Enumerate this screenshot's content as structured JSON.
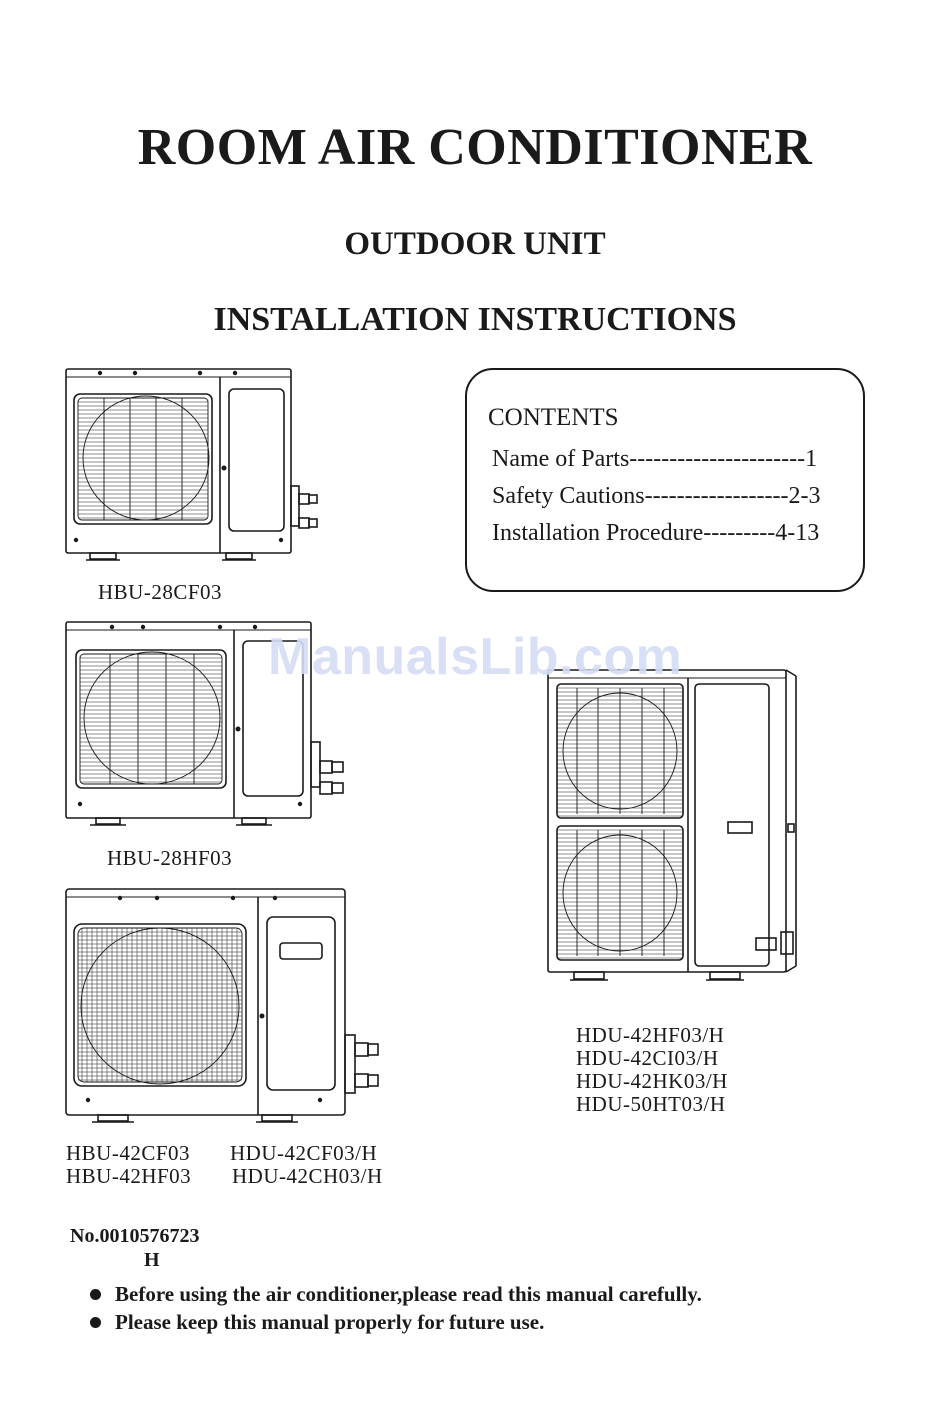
{
  "header": {
    "title": "ROOM AIR CONDITIONER",
    "subtitle": "OUTDOOR UNIT",
    "subtitle2": "INSTALLATION INSTRUCTIONS"
  },
  "contents": {
    "heading": "CONTENTS",
    "items": [
      {
        "label": "Name of Parts----------------------1"
      },
      {
        "label": "Safety Cautions------------------2-3"
      },
      {
        "label": "Installation Procedure---------4-13"
      }
    ]
  },
  "units": {
    "unit1": {
      "models": [
        "HBU-28CF03"
      ]
    },
    "unit2": {
      "models": [
        "HBU-28HF03"
      ]
    },
    "unit3": {
      "models": [
        "HBU-42CF03",
        "HDU-42CF03/H",
        "HBU-42HF03",
        "HDU-42CH03/H"
      ]
    },
    "unit4": {
      "models": [
        "HDU-42HF03/H",
        "HDU-42CI03/H",
        "HDU-42HK03/H",
        "HDU-50HT03/H"
      ]
    }
  },
  "document": {
    "number": "No.0010576723",
    "revision": "H"
  },
  "notes": [
    "Before using the air conditioner,please read this manual carefully.",
    "Please keep this manual properly for future use."
  ],
  "watermark": "ManualsLib.com"
}
